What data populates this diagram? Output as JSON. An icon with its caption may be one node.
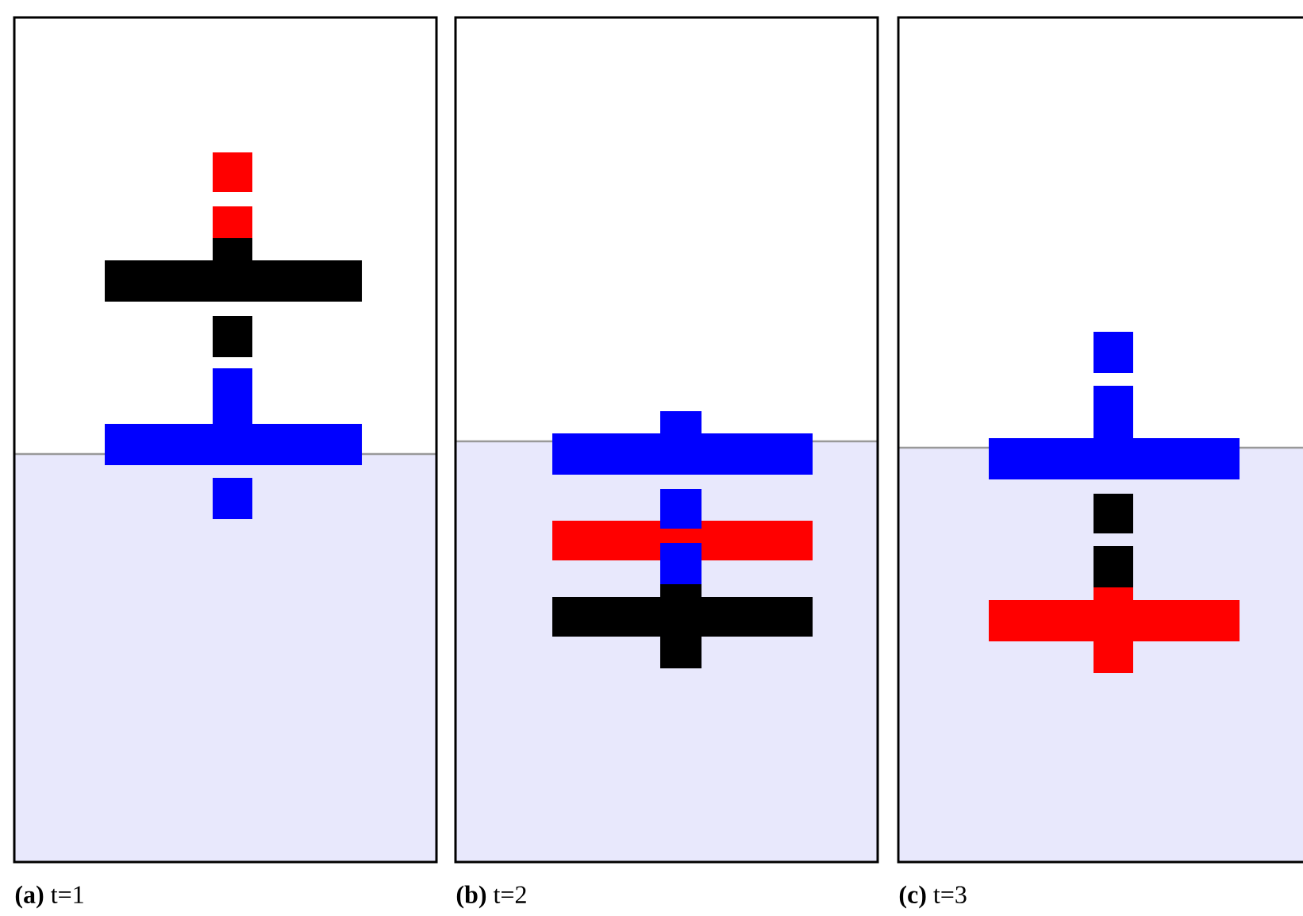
{
  "diagram": {
    "labels": [
      "**(a)** t=1",
      "**(b)** t=2",
      "**(c)** t=3"
    ]
  }
}
